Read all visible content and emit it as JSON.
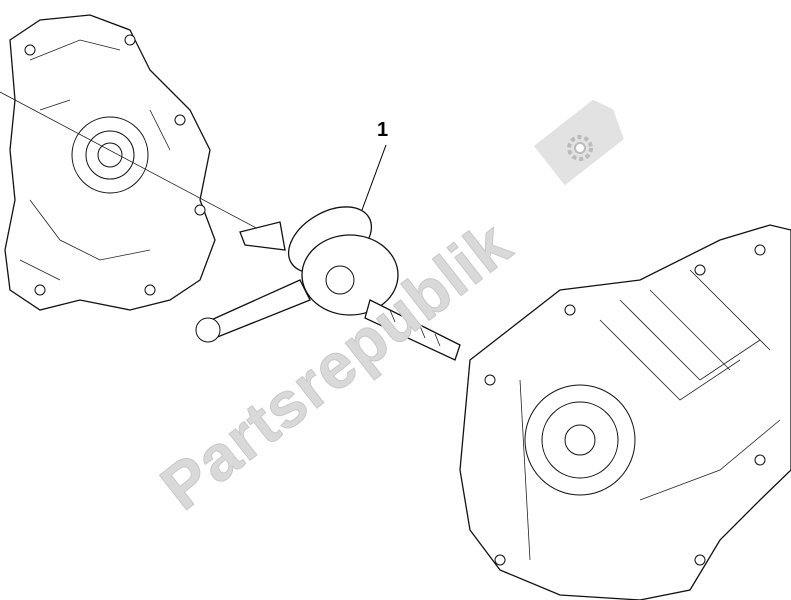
{
  "diagram": {
    "callouts": [
      {
        "number": "1",
        "part": "crankshaft"
      }
    ],
    "watermark": "Partsrepublik",
    "watermark_icon": "gear-icon"
  }
}
